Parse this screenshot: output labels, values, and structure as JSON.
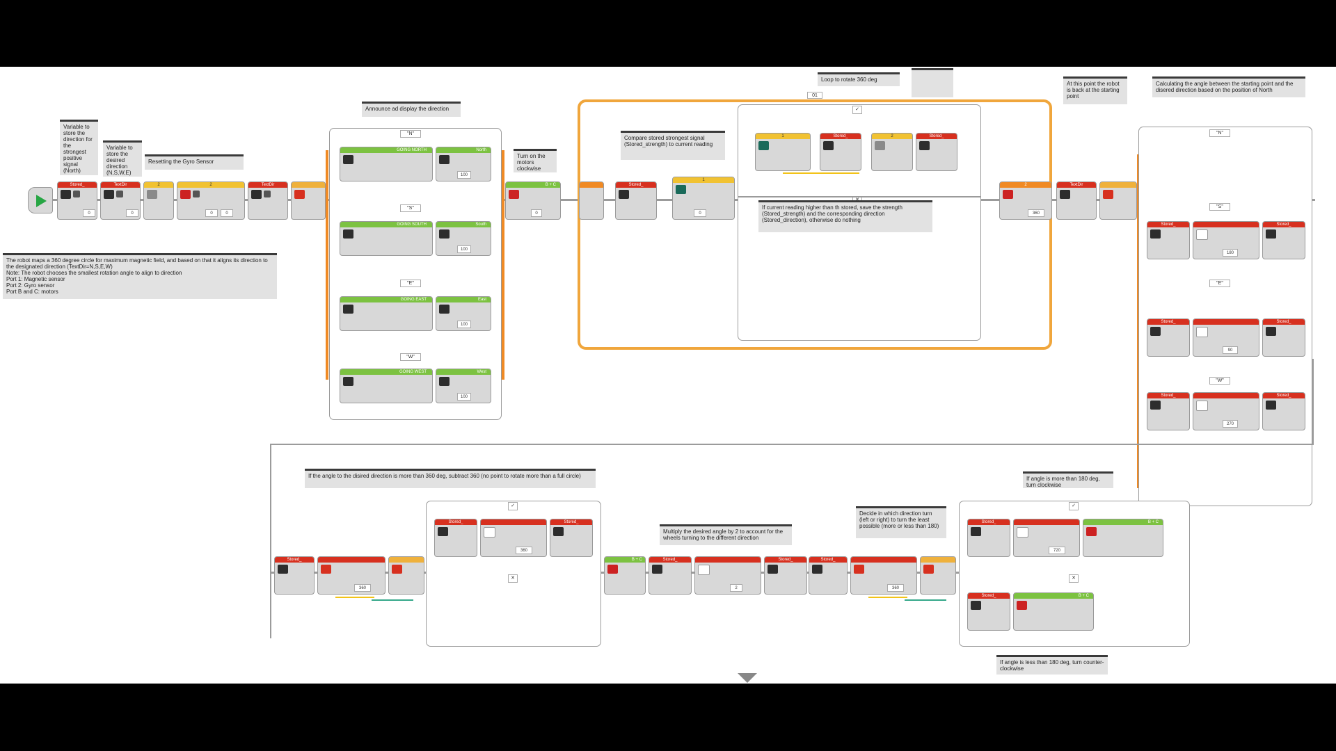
{
  "notes": {
    "var_north": "Variable to store the direction for the strongest positive signal (North)",
    "var_desired": "Variable to store the desired direction (N,S,W,E)",
    "reset_gyro": "Resetting the Gyro Sensor",
    "announce": "Announce ad display the direction",
    "turn_motors": "Turn on the motors clockwise",
    "loop_rotate": "Loop to rotate 360 deg",
    "compare": "Compare stored strongest signal (Stored_strength) to current reading",
    "if_current": "If current reading higher than th stored, save the strength (Stored_strength) and the corresponding direction (Stored_direction), otherwise do nothing",
    "back_start": "At this point the robot is back at the starting point",
    "calc_angle": "Calculating the angle between the starting point and the disered direction based on the position of North",
    "description": "The robot maps a 360 degree circle for maximum magnetic field, and based on that it aligns its direction to the designated direction (TextDir=N,S,E,W)\nNote: The robot chooses the smallest rotation angle to align to direction\nPort 1: Magnetic sensor\nPort 2: Gyro sensor\nPort B and C: motors",
    "subtract": "If the angle to the disired direction is more than 360 deg, subtract 360 (no point to rotate more than a full circle)",
    "multiply": "Multiply the desired angle by 2 to account for the wheels turning to the different direction",
    "decide": "Decide in which direction turn (left or right) to turn the least possible (more or less than 180)",
    "more180": "If angle is more than 180 deg, turn clockwise",
    "less180": "If angle is less than 180 deg, turn counter-clockwise"
  },
  "blocks": {
    "stored_label": "Stored_",
    "textdir_label": "TextDir",
    "port_bc": "B + C",
    "loop_count": "01",
    "val_one": "1",
    "val_two": "2",
    "val_zero": "0",
    "val_360": "360",
    "val_180": "180",
    "val_90": "90",
    "val_270": "270",
    "val_720": "720",
    "val_100": "100"
  },
  "switch_cases": {
    "n": "\"N\"",
    "s": "\"S\"",
    "e": "\"E\"",
    "w": "\"W\""
  },
  "display_blocks": {
    "going_north": "GOING NORTH",
    "going_south": "GOING SOUTH",
    "going_east": "GOING EAST",
    "going_west": "GOING WEST",
    "north": "North",
    "south": "South",
    "east": "East",
    "west": "West"
  },
  "colors": {
    "flow": "#f08a24",
    "data_yellow": "#f2c318",
    "data_green": "#35a88a",
    "action_green": "#7cc241",
    "data_red": "#d7301f"
  }
}
